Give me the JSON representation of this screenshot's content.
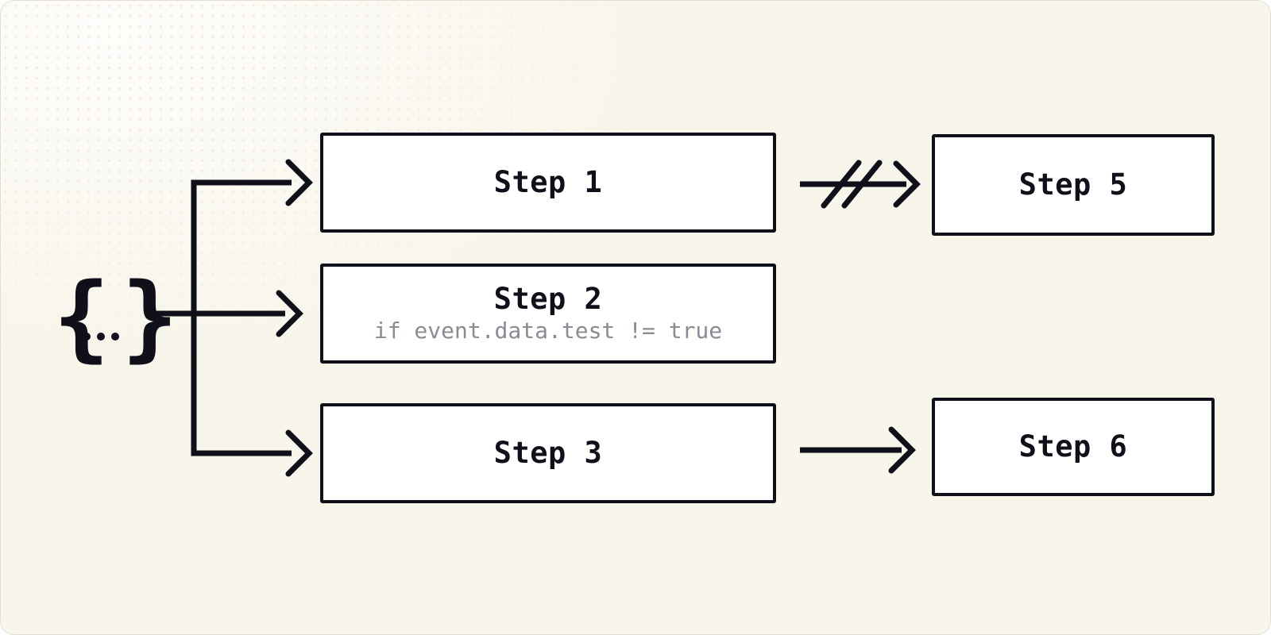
{
  "colors": {
    "ink": "#10101a",
    "canvas-bg": "#f8f5ea",
    "node-fill": "#ffffff",
    "muted": "#8b8b96"
  },
  "source": {
    "symbol": "{...}",
    "brace_left": "{",
    "brace_right": "}"
  },
  "nodes": [
    {
      "id": "step-1",
      "label": "Step 1"
    },
    {
      "id": "step-2",
      "label": "Step 2",
      "condition": "if event.data.test != true"
    },
    {
      "id": "step-3",
      "label": "Step 3"
    },
    {
      "id": "step-5",
      "label": "Step 5"
    },
    {
      "id": "step-6",
      "label": "Step 6"
    }
  ],
  "edges": [
    {
      "from": "event-payload",
      "to": "step-1",
      "style": "arrow"
    },
    {
      "from": "event-payload",
      "to": "step-2",
      "style": "arrow"
    },
    {
      "from": "event-payload",
      "to": "step-3",
      "style": "arrow"
    },
    {
      "from": "step-1",
      "to": "step-5",
      "style": "arrow-cancelled",
      "slashes": 2
    },
    {
      "from": "step-3",
      "to": "step-6",
      "style": "arrow"
    }
  ]
}
